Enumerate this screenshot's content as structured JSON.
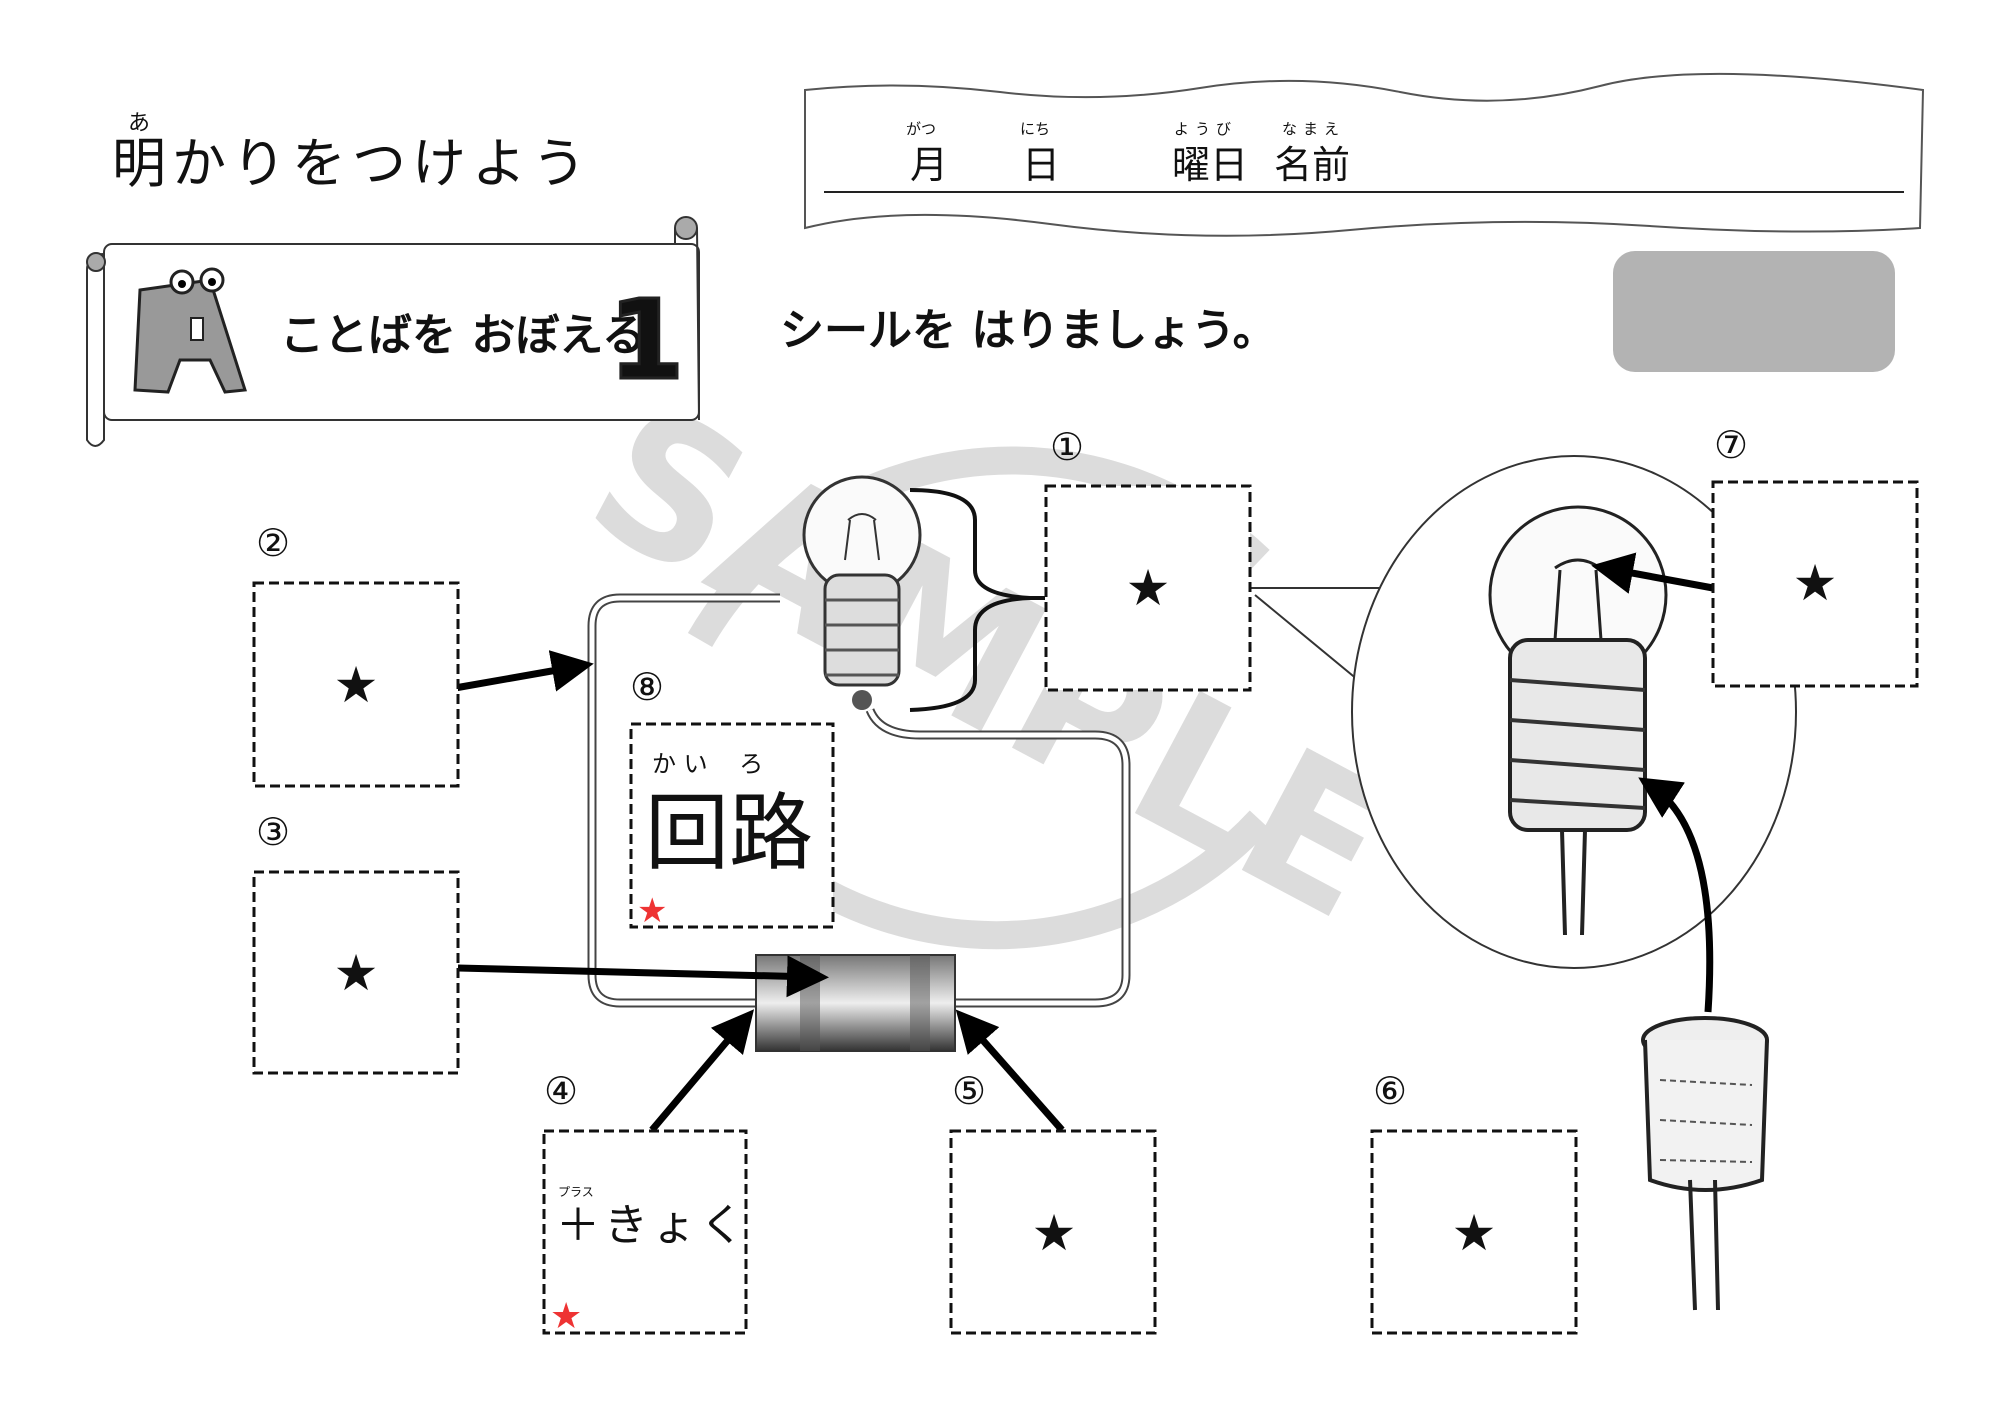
{
  "title": {
    "ruby": "あ",
    "text": "明かりをつけよう"
  },
  "header": {
    "month": {
      "ruby": "がつ",
      "label": "月"
    },
    "day": {
      "ruby": "にち",
      "label": "日"
    },
    "weekday": {
      "ruby": "ようび",
      "label": "曜日"
    },
    "name": {
      "ruby": "なまえ",
      "label": "名前"
    }
  },
  "banner": {
    "text": "ことばを おぼえる",
    "number": "1"
  },
  "instruction": "シールを はりましょう。",
  "watermark": "SAMPLE",
  "boxes": [
    {
      "num": "①",
      "content": "★"
    },
    {
      "num": "②",
      "content": "★"
    },
    {
      "num": "③",
      "content": "★"
    },
    {
      "num": "④",
      "ruby": "プラス",
      "content": "＋きょく",
      "mark": "★"
    },
    {
      "num": "⑤",
      "content": "★"
    },
    {
      "num": "⑥",
      "content": "★"
    },
    {
      "num": "⑦",
      "content": "★"
    },
    {
      "num": "⑧",
      "ruby": "か い　 ろ",
      "content": "回路",
      "mark": "★"
    }
  ],
  "colors": {
    "accent_star": "#ee3333",
    "sticker_gray": "#b3b3b3",
    "watermark": "#d9d9d9"
  }
}
